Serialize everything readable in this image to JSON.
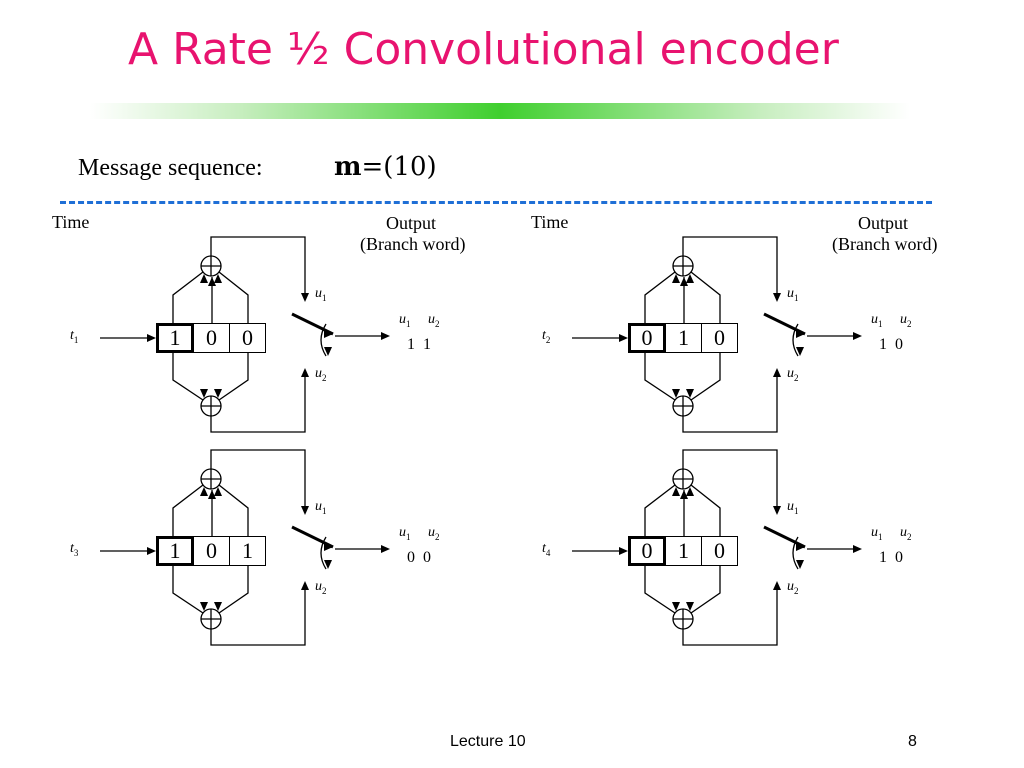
{
  "slide": {
    "title": "A Rate ½ Convolutional encoder",
    "message_label": "Message sequence:",
    "message_symbol": "m",
    "message_rest": "=(10)",
    "footer_left": "Lecture 10",
    "footer_right": "8"
  },
  "labels": {
    "time": "Time",
    "output": "Output",
    "branch_word": "(Branch word)",
    "u": "u",
    "u1_sub": "1",
    "u2_sub": "2",
    "t": "t"
  },
  "panels": [
    {
      "time_sub": "1",
      "register": [
        "1",
        "0",
        "0"
      ],
      "branch_word": "1 1",
      "show_output_header": true
    },
    {
      "time_sub": "2",
      "register": [
        "0",
        "1",
        "0"
      ],
      "branch_word": "1 0",
      "show_output_header": true
    },
    {
      "time_sub": "3",
      "register": [
        "1",
        "0",
        "1"
      ],
      "branch_word": "0 0",
      "show_output_header": false
    },
    {
      "time_sub": "4",
      "register": [
        "0",
        "1",
        "0"
      ],
      "branch_word": "1 0",
      "show_output_header": false
    }
  ],
  "colors": {
    "title": "#e8136f",
    "divider": "#1f6fd6",
    "title_bar_center": "#3fcf2e"
  }
}
